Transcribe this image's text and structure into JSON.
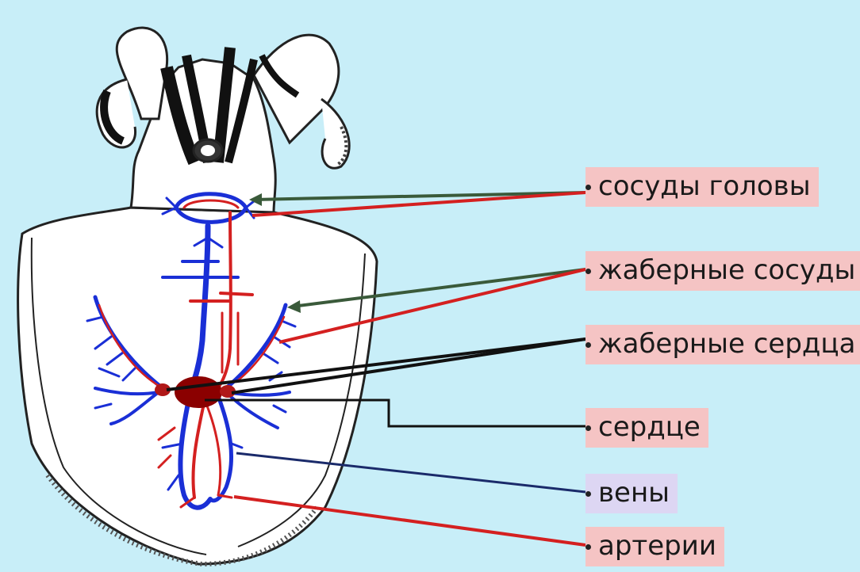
{
  "labels": {
    "head_vessels": "сосуды головы",
    "gill_vessels": "жаберные сосуды",
    "gill_hearts": "жаберные сердца",
    "heart": "сердце",
    "veins": "вены",
    "arteries": "артерии"
  },
  "colors": {
    "background": "#c8eef8",
    "label_fill": "#f5c4c4",
    "veins_label_fill": "#ddd6f3",
    "vein": "#1a2fd6",
    "artery": "#d42020",
    "heart": "#8b0000",
    "pointer_dark_green": "#3a5a3a",
    "pointer_navy": "#1a2a6a"
  }
}
